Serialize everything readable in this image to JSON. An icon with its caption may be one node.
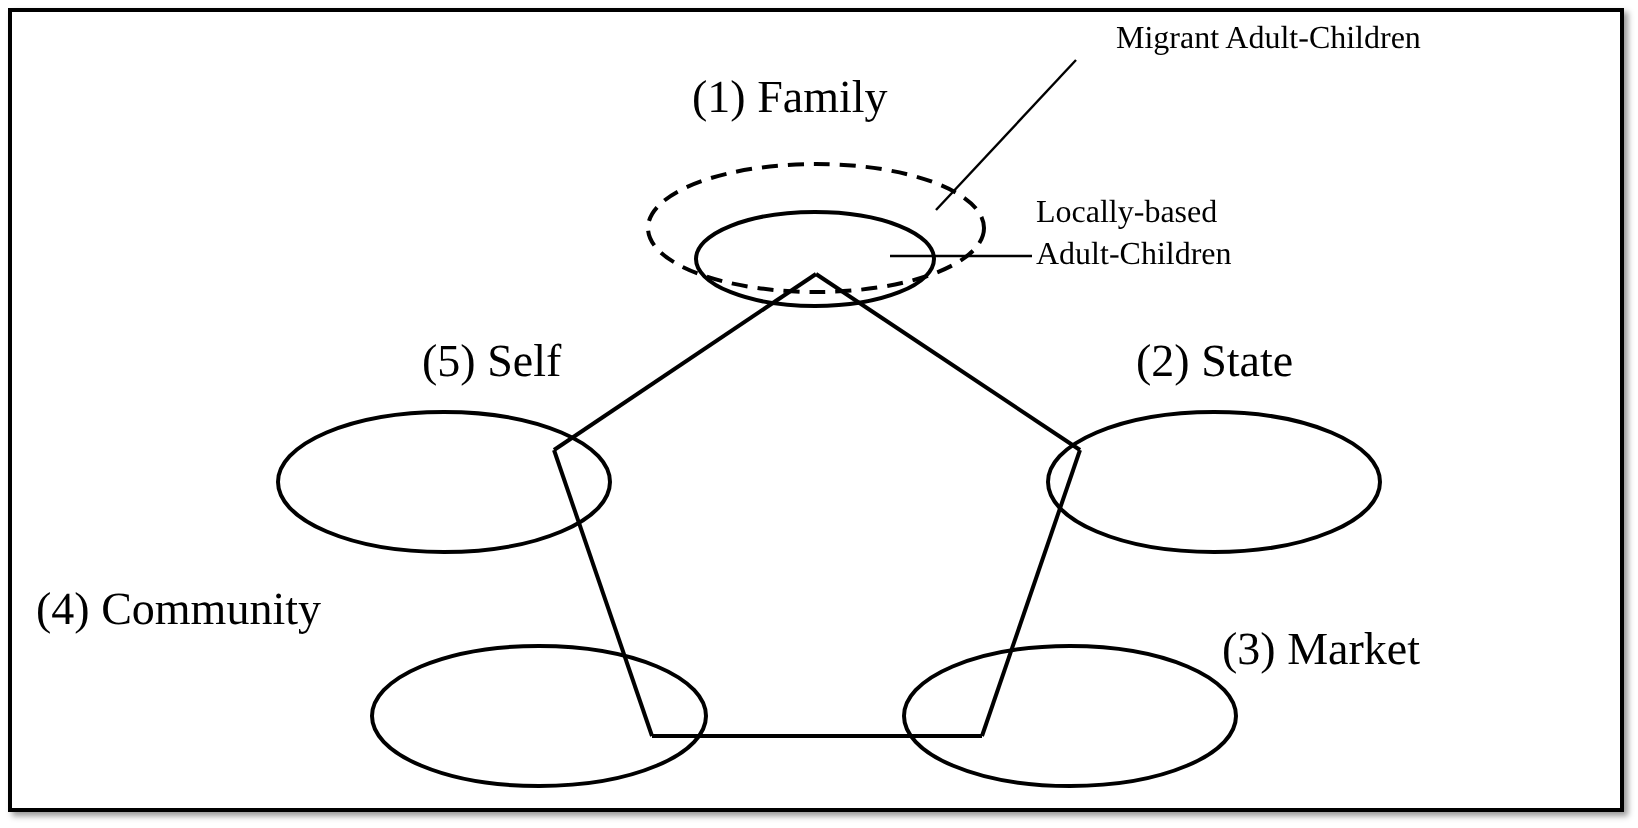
{
  "diagram": {
    "nodes": [
      {
        "text": [
          "(1) Family"
        ]
      },
      {
        "text": [],
        "shape": "ellipse",
        "in": 0
      },
      {
        "text": [
          "Migrant Adult-Children"
        ]
      },
      {
        "text": [
          "Locally-based Adult-Children"
        ]
      },
      {
        "text": [
          "(2) State"
        ]
      },
      {
        "text": [
          "(3) Market"
        ]
      },
      {
        "text": [
          "(4) Community"
        ]
      },
      {
        "text": [
          "(5) Self"
        ]
      }
    ],
    "edges": [
      {
        "from": 2,
        "to": 0,
        "arrow": "none"
      },
      {
        "from": 3,
        "to": 1,
        "arrow": "none"
      },
      {
        "from": 1,
        "to": 4,
        "arrow": "none"
      },
      {
        "from": 4,
        "to": 5,
        "arrow": "none"
      },
      {
        "from": 5,
        "to": 6,
        "arrow": "none"
      },
      {
        "from": 6,
        "to": 7,
        "arrow": "none"
      },
      {
        "from": 7,
        "to": 1,
        "arrow": "none"
      }
    ]
  }
}
